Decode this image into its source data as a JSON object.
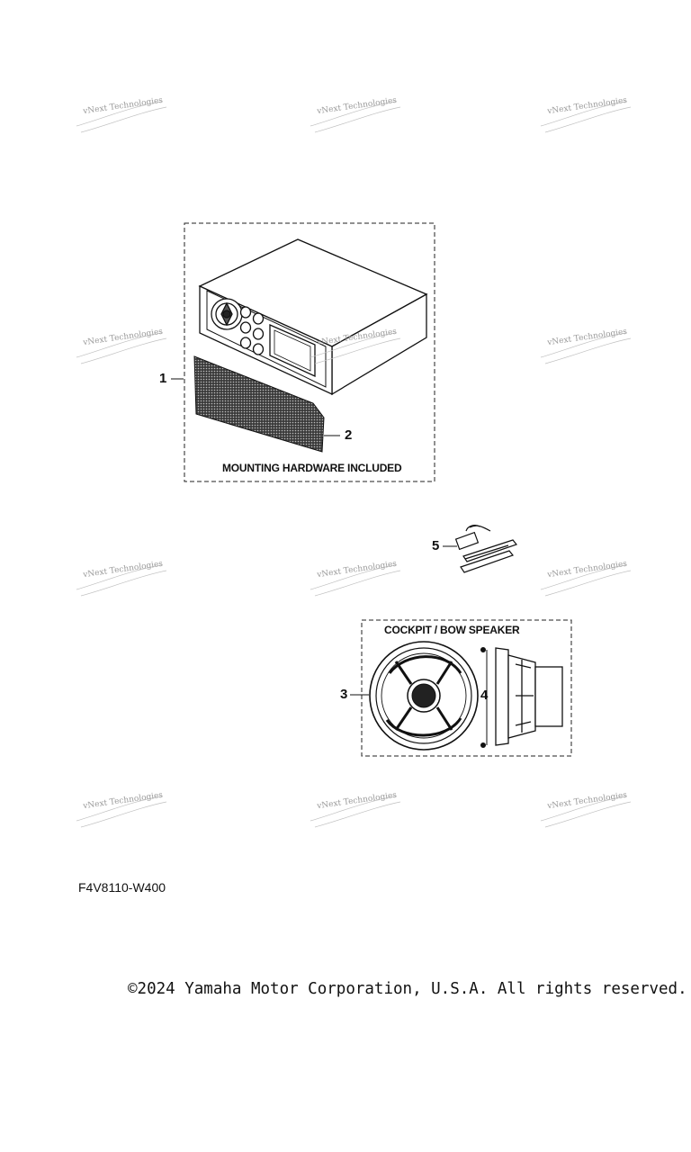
{
  "watermark_text": "vNext Technologies",
  "callouts": {
    "c1": "1",
    "c2": "2",
    "c3": "3",
    "c4": "4",
    "c5": "5"
  },
  "captions": {
    "mounting": "MOUNTING HARDWARE INCLUDED",
    "speaker": "COCKPIT / BOW SPEAKER"
  },
  "diagram_code": "F4V8110-W400",
  "copyright": "©2024 Yamaha Motor Corporation, U.S.A. All rights reserved."
}
